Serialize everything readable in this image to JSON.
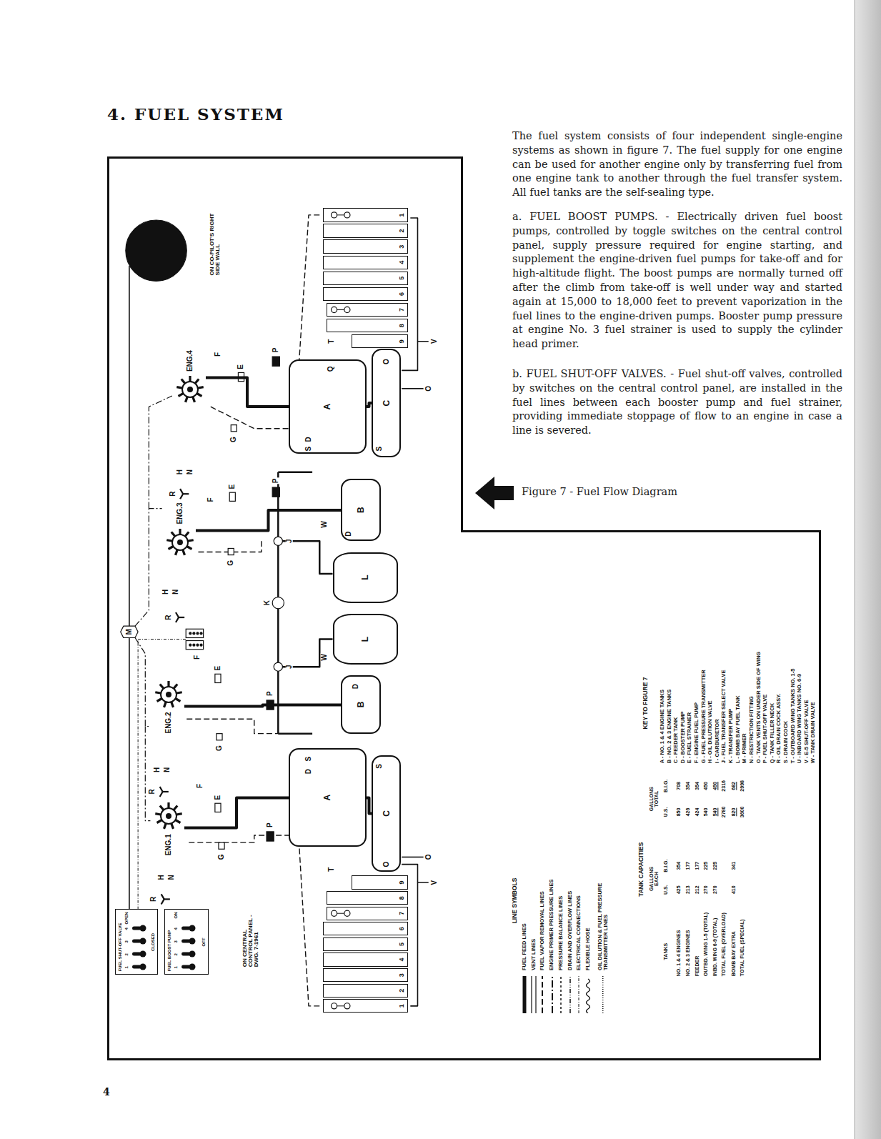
{
  "diagram": {
    "title": "4. FUEL SYSTEM",
    "caption": "Figure 7 - Fuel Flow Diagram",
    "nodes": [
      {
        "text": [
          "1"
        ]
      },
      {
        "text": [
          "2"
        ]
      },
      {
        "text": [
          "3"
        ]
      },
      {
        "text": [
          "4"
        ]
      },
      {
        "text": [
          "5"
        ]
      },
      {
        "text": [
          "6"
        ]
      },
      {
        "text": [
          "7"
        ]
      },
      {
        "text": [
          "8"
        ]
      },
      {
        "text": [
          "9"
        ]
      },
      {
        "text": [
          "A"
        ]
      },
      {
        "text": [
          "C"
        ]
      },
      {
        "text": [
          "ENG.4"
        ]
      },
      {
        "text": [
          "ENG.3"
        ]
      },
      {
        "text": [
          "B"
        ]
      },
      {
        "text": [
          "L"
        ]
      },
      {
        "text": [
          "L"
        ]
      },
      {
        "text": [
          "ENG.2"
        ]
      },
      {
        "text": [
          "B"
        ]
      },
      {
        "text": [
          "A"
        ]
      },
      {
        "text": [
          "C"
        ]
      },
      {
        "text": [
          "ENG.1"
        ]
      },
      {
        "text": [
          "9"
        ]
      },
      {
        "text": [
          "8"
        ]
      },
      {
        "text": [
          "7"
        ]
      },
      {
        "text": [
          "6"
        ]
      },
      {
        "text": [
          "5"
        ]
      },
      {
        "text": [
          "4"
        ]
      },
      {
        "text": [
          "3"
        ]
      },
      {
        "text": [
          "2"
        ]
      },
      {
        "text": [
          "1"
        ]
      },
      {
        "text": [
          "FUEL SHUT-OFF VALVE",
          "OPEN",
          "1",
          "2",
          "3",
          "4",
          "CLOSED"
        ]
      },
      {
        "text": [
          "FUEL BOOST PUMP",
          "ON",
          "1",
          "2",
          "3",
          "4",
          "OFF"
        ]
      }
    ],
    "edges": [
      {
        "from": 9,
        "to": 11,
        "arrow": "none"
      },
      {
        "from": 13,
        "to": 12,
        "arrow": "none"
      },
      {
        "from": 17,
        "to": 16,
        "arrow": "none"
      },
      {
        "from": 18,
        "to": 20,
        "arrow": "none"
      },
      {
        "from": 10,
        "to": 9,
        "arrow": "none"
      },
      {
        "from": 19,
        "to": 18,
        "arrow": "none"
      }
    ],
    "labels": [
      "The fuel system consists of four independent single-engine systems as shown in figure 7. The fuel supply for one engine can be used for another engine only by transferring fuel from one engine tank to another through the fuel transfer system. All fuel tanks are the self-sealing type.",
      "a. FUEL BOOST PUMPS. - Electrically driven fuel boost pumps, controlled by toggle switches on the central control panel, supply pressure required for engine starting, and supplement the engine-driven fuel pumps for take-off and for high-altitude flight. The boost pumps are normally turned off after the climb from take-off is well under way and started again at 15,000 to 18,000 feet to prevent vaporization in the fuel lines to the engine-driven pumps. Booster pump pressure at engine No. 3 fuel strainer is used to supply the cylinder head primer.",
      "b. FUEL SHUT-OFF VALVES. - Fuel shut-off valves, controlled by switches on the central control panel, are installed in the fuel lines between each booster pump and fuel strainer, providing immediate stoppage of flow to an engine in case a line is severed.",
      "4",
      "ON CO-PILOT'S RIGHT SIDE WALL",
      "ON CENTRAL CONTROL PANEL - DWG. 7-1961",
      "M",
      "F",
      "E",
      "P",
      "G",
      "H",
      "N",
      "R",
      "F",
      "E",
      "P",
      "G",
      "H",
      "N",
      "R",
      "F",
      "E",
      "P",
      "G",
      "H",
      "N",
      "R",
      "F",
      "E",
      "P",
      "G",
      "H",
      "N",
      "R",
      "Q",
      "D",
      "S",
      "O",
      "S",
      "T",
      "V",
      "O",
      "D",
      "W",
      "J",
      "K",
      "J",
      "W",
      "D",
      "S",
      "D",
      "S",
      "O",
      "T",
      "V",
      "O",
      "LINE SYMBOLS",
      "TANK CAPACITIES",
      "TANKS",
      "GALLONS EACH",
      "GALLONS TOTAL",
      "U.S.",
      "B.I.G.",
      "U.S.",
      "B.I.G.",
      "NO. 1 & 4 ENGINES",
      "425",
      "354",
      "850",
      "708",
      "NO. 2 & 3 ENGINES",
      "213",
      "177",
      "426",
      "354",
      "FEEDER",
      "212",
      "177",
      "424",
      "354",
      "OUTBD. WING 1-5 (TOTAL)",
      "270",
      "225",
      "540",
      "450",
      "INBD. WING 6-9 (TOTAL)",
      "270",
      "225",
      "540",
      "450",
      "TOTAL FUEL (OVERLOAD)",
      "2780",
      "2316",
      "BOMB BAY EXTRA",
      "410",
      "341",
      "820",
      "682",
      "TOTAL FUEL (SPECIAL)",
      "3600",
      "2998",
      "KEY TO FIGURE 7",
      "A - NO. 1 & 4 ENGINE TANKS",
      "B - NO. 2 & 3 ENGINE TANKS",
      "C - FEEDER TANK",
      "D - BOOSTER PUMP",
      "E - FUEL STRAINER",
      "F - ENGINE FUEL PUMP",
      "G - FUEL PRESSURE TRANSMITTER",
      "H - OIL DILUTION VALVE",
      "I - CARBURETOR",
      "J - FUEL TRANSFER SELECT VALVE",
      "K - TRANSFER PUMP",
      "L - BOMB BAY FUEL TANK",
      "M - PRIMER",
      "N - RESTRICTION FITTING",
      "O - TANK VENTS ON UNDER SIDE OF WING",
      "P - FUEL SHUT-OFF VALVE",
      "Q - TANK FILLER NECK",
      "R - OIL DRAIN COCK ASSY.",
      "S - DRAIN COCK",
      "T - OUTBOARD WING TANKS NO. 1-5",
      "U - INBOARD WING TANKS NO. 6-9",
      "V - E-5 SHUT-OFF VALVE",
      "W - TANK DRAIN VALVE"
    ],
    "legend": [
      {
        "text": "FUEL FEED LINES"
      },
      {
        "text": "VENT LINES"
      },
      {
        "text": "FUEL VAPOR REMOVAL LINES"
      },
      {
        "text": "ENGINE PRIMER PRESSURE LINES"
      },
      {
        "text": "PRESSURE BALANCE LINES"
      },
      {
        "text": "DRAIN AND OVERFLOW LINES"
      },
      {
        "text": "ELECTRICAL CONNECTIONS"
      },
      {
        "text": "FLEXIBLE HOSE"
      },
      {
        "text": "OIL DILUTION & FUEL PRESSURE TRANSMITTER LINES"
      }
    ]
  }
}
